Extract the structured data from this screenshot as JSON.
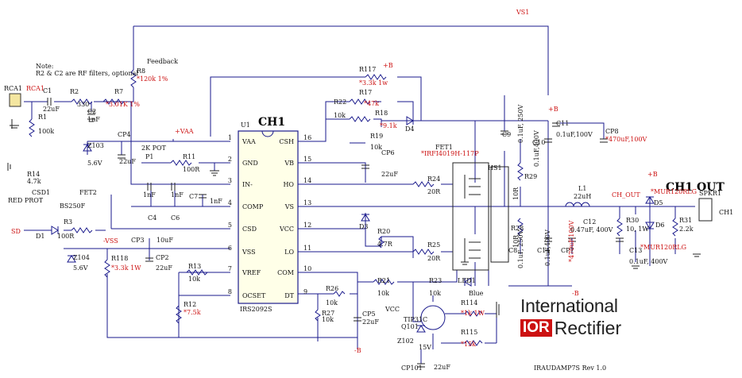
{
  "note": {
    "line1": "Note:",
    "line2": "R2 & C2 are RF filters, optional"
  },
  "labels": {
    "feedback": "Feedback",
    "vs1": "VS1",
    "vaa": "+VAA",
    "ch1": "CH1",
    "u1": "U1",
    "ic_part": "IRS2092S",
    "ch1_out": "CH1 OUT",
    "ch_out": "CH_OUT",
    "spkr": "SPKR1",
    "ch1_conn": "CH1",
    "rev": "IRAUDAMP7S Rev 1.0",
    "rca": "RCA1",
    "rca2": "RCA1",
    "red_prot": "RED\nPROT",
    "sd": "SD",
    "neg_vss": "-VSS",
    "vcc": "VCC",
    "bplus1": "+B",
    "bplus2": "+B",
    "bplus3": "+B",
    "bminus": "-B",
    "bminus2": "-B",
    "blue": "Blue",
    "fet1": "FET1",
    "fet1_part": "*IRFI4019H-117P",
    "hs1": "HS1",
    "bs250f": "BS250F",
    "fet2": "FET2",
    "csd1": "CSD1",
    "tip31c": "TIP31C",
    "q101": "Q101",
    "led1": "LED1"
  },
  "ic_pins_left": [
    {
      "num": "1",
      "name": "VAA"
    },
    {
      "num": "2",
      "name": "GND"
    },
    {
      "num": "3",
      "name": "IN-"
    },
    {
      "num": "4",
      "name": "COMP"
    },
    {
      "num": "5",
      "name": "CSD"
    },
    {
      "num": "6",
      "name": "VSS"
    },
    {
      "num": "7",
      "name": "VREF"
    },
    {
      "num": "8",
      "name": "OCSET"
    }
  ],
  "ic_pins_right": [
    {
      "num": "16",
      "name": "CSH"
    },
    {
      "num": "15",
      "name": "VB"
    },
    {
      "num": "14",
      "name": "HO"
    },
    {
      "num": "13",
      "name": "VS"
    },
    {
      "num": "12",
      "name": "VCC"
    },
    {
      "num": "11",
      "name": "LO"
    },
    {
      "num": "10",
      "name": "COM"
    },
    {
      "num": "9",
      "name": "DT"
    }
  ],
  "components": [
    {
      "ref": "R1",
      "val": "100k"
    },
    {
      "ref": "R2",
      "val": "330"
    },
    {
      "ref": "C1",
      "val": "22uF"
    },
    {
      "ref": "C2",
      "val": "1nF"
    },
    {
      "ref": "R7",
      "val": "*3.01K 1%"
    },
    {
      "ref": "R8",
      "val": "*120k 1%"
    },
    {
      "ref": "CP4",
      "val": "22uF"
    },
    {
      "ref": "Z103",
      "val": "5.6V"
    },
    {
      "ref": "R14",
      "val": "4.7k"
    },
    {
      "ref": "R11",
      "val": "100R"
    },
    {
      "ref": "P1",
      "val": "2K POT"
    },
    {
      "ref": "C4",
      "val": "1nF"
    },
    {
      "ref": "C6",
      "val": "1nF"
    },
    {
      "ref": "C7",
      "val": "1nF"
    },
    {
      "ref": "R3",
      "val": "100R"
    },
    {
      "ref": "CP3",
      "val": "10uF"
    },
    {
      "ref": "CP2",
      "val": "22uF"
    },
    {
      "ref": "Z104",
      "val": "5.6V"
    },
    {
      "ref": "R118",
      "val": "*3.3k 1W"
    },
    {
      "ref": "R13",
      "val": "10k"
    },
    {
      "ref": "R12",
      "val": "*7.5k"
    },
    {
      "ref": "R117",
      "val": "*3.3k 1w"
    },
    {
      "ref": "R17",
      "val": "*47k"
    },
    {
      "ref": "R22",
      "val": "10k"
    },
    {
      "ref": "R18",
      "val": "*9.1k"
    },
    {
      "ref": "R19",
      "val": "10k"
    },
    {
      "ref": "CP6",
      "val": "22uF"
    },
    {
      "ref": "R24",
      "val": "20R"
    },
    {
      "ref": "R20",
      "val": "4.7R"
    },
    {
      "ref": "R25",
      "val": "20R"
    },
    {
      "ref": "R21",
      "val": "10k"
    },
    {
      "ref": "R26",
      "val": "10k"
    },
    {
      "ref": "R27",
      "val": "10k"
    },
    {
      "ref": "CP5",
      "val": "22uF"
    },
    {
      "ref": "R23",
      "val": "10k"
    },
    {
      "ref": "R114",
      "val": "*1k 1W"
    },
    {
      "ref": "R115",
      "val": "*15k"
    },
    {
      "ref": "Z102",
      "val": "15V"
    },
    {
      "ref": "CP101",
      "val": "22uF"
    },
    {
      "ref": "C9",
      "val": "0.1uF, 250V"
    },
    {
      "ref": "C10",
      "val": "0.1uF,400V"
    },
    {
      "ref": "R29",
      "val": "10R"
    },
    {
      "ref": "R28",
      "val": "10R"
    },
    {
      "ref": "C8",
      "val": "0.1uF, 250V"
    },
    {
      "ref": "C14",
      "val": "0.1uF,400V"
    },
    {
      "ref": "C11",
      "val": "0.1uF,100V"
    },
    {
      "ref": "CP8",
      "val": "*470uF,100V"
    },
    {
      "ref": "CP7",
      "val": "*470uF,100V"
    },
    {
      "ref": "L1",
      "val": "22uH"
    },
    {
      "ref": "C12",
      "val": "0.47uF, 400V"
    },
    {
      "ref": "R30",
      "val": "10, 1W"
    },
    {
      "ref": "C13",
      "val": "0.1uF, 400V"
    },
    {
      "ref": "D5",
      "val": "*MUR120RLG"
    },
    {
      "ref": "D6",
      "val": "*MUR120RLG"
    },
    {
      "ref": "R31",
      "val": "2.2k"
    },
    {
      "ref": "D1",
      "val": ""
    },
    {
      "ref": "D3",
      "val": ""
    },
    {
      "ref": "D4",
      "val": ""
    }
  ],
  "logo": {
    "line1": "International",
    "ior": "IOR",
    "line2": "Rectifier"
  },
  "colors": {
    "wire": "#1a1a8c",
    "value_text": "#cc1111",
    "ic_fill": "#ffffe8",
    "logo_red": "#cc1111"
  }
}
